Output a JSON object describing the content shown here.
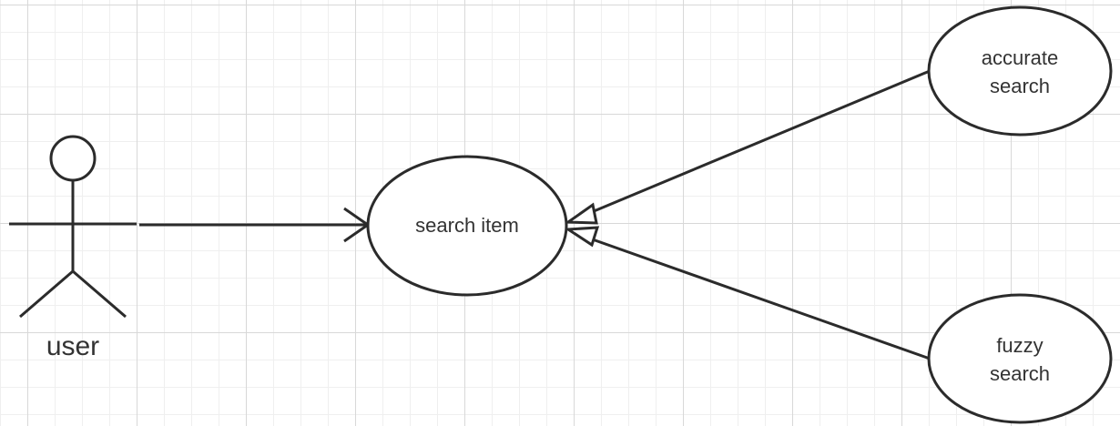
{
  "diagram": {
    "actor": {
      "label": "user"
    },
    "use_cases": {
      "search_item": {
        "label": "search item"
      },
      "accurate_search": {
        "label": "accurate\nsearch"
      },
      "fuzzy_search": {
        "label": "fuzzy\nsearch"
      }
    },
    "relations": [
      {
        "from": "user",
        "to": "search item",
        "type": "association"
      },
      {
        "from": "accurate search",
        "to": "search item",
        "type": "generalization"
      },
      {
        "from": "fuzzy search",
        "to": "search item",
        "type": "generalization"
      }
    ]
  }
}
